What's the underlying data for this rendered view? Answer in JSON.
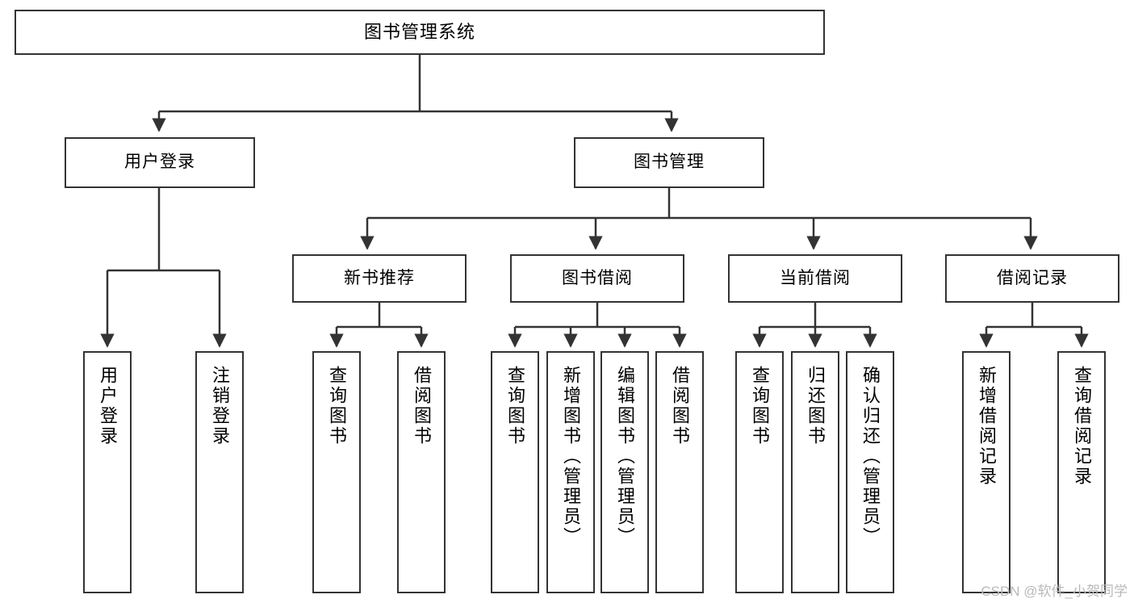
{
  "diagram": {
    "title": "图书管理系统",
    "type": "hierarchy-tree",
    "watermark": "CSDN @软件_小贺同学",
    "style": {
      "box_border_color": "#333333",
      "box_fill": "#ffffff",
      "edge_color": "#333333",
      "text_color": "#000000",
      "watermark_color": "#b9b9b9"
    },
    "nodes": {
      "root": {
        "label": "图书管理系统",
        "level": 0,
        "orientation": "horizontal"
      },
      "l1": [
        {
          "id": "user_login",
          "label": "用户登录",
          "level": 1,
          "orientation": "horizontal"
        },
        {
          "id": "book_mgmt",
          "label": "图书管理",
          "level": 1,
          "orientation": "horizontal"
        }
      ],
      "l2": [
        {
          "id": "new_book_rec",
          "label": "新书推荐",
          "level": 2,
          "orientation": "horizontal",
          "parent": "book_mgmt"
        },
        {
          "id": "book_borrow",
          "label": "图书借阅",
          "level": 2,
          "orientation": "horizontal",
          "parent": "book_mgmt"
        },
        {
          "id": "current_borrow",
          "label": "当前借阅",
          "level": 2,
          "orientation": "horizontal",
          "parent": "book_mgmt"
        },
        {
          "id": "borrow_record",
          "label": "借阅记录",
          "level": 2,
          "orientation": "horizontal",
          "parent": "book_mgmt"
        }
      ],
      "leaves": [
        {
          "id": "leaf_user_login",
          "label": "用户登录",
          "parent": "user_login",
          "orientation": "vertical"
        },
        {
          "id": "leaf_logout",
          "label": "注销登录",
          "parent": "user_login",
          "orientation": "vertical"
        },
        {
          "id": "leaf_query_book_1",
          "label": "查询图书",
          "parent": "new_book_rec",
          "orientation": "vertical"
        },
        {
          "id": "leaf_borrow_book_1",
          "label": "借阅图书",
          "parent": "new_book_rec",
          "orientation": "vertical"
        },
        {
          "id": "leaf_query_book_2",
          "label": "查询图书",
          "parent": "book_borrow",
          "orientation": "vertical"
        },
        {
          "id": "leaf_add_book",
          "label": "新增图书（管理员）",
          "parent": "book_borrow",
          "orientation": "vertical"
        },
        {
          "id": "leaf_edit_book",
          "label": "编辑图书（管理员）",
          "parent": "book_borrow",
          "orientation": "vertical"
        },
        {
          "id": "leaf_borrow_book_2",
          "label": "借阅图书",
          "parent": "book_borrow",
          "orientation": "vertical"
        },
        {
          "id": "leaf_query_book_3",
          "label": "查询图书",
          "parent": "current_borrow",
          "orientation": "vertical"
        },
        {
          "id": "leaf_return_book",
          "label": "归还图书",
          "parent": "current_borrow",
          "orientation": "vertical"
        },
        {
          "id": "leaf_confirm_return",
          "label": "确认归还（管理员）",
          "parent": "current_borrow",
          "orientation": "vertical"
        },
        {
          "id": "leaf_add_record",
          "label": "新增借阅记录",
          "parent": "borrow_record",
          "orientation": "vertical"
        },
        {
          "id": "leaf_query_record",
          "label": "查询借阅记录",
          "parent": "borrow_record",
          "orientation": "vertical"
        }
      ]
    }
  }
}
